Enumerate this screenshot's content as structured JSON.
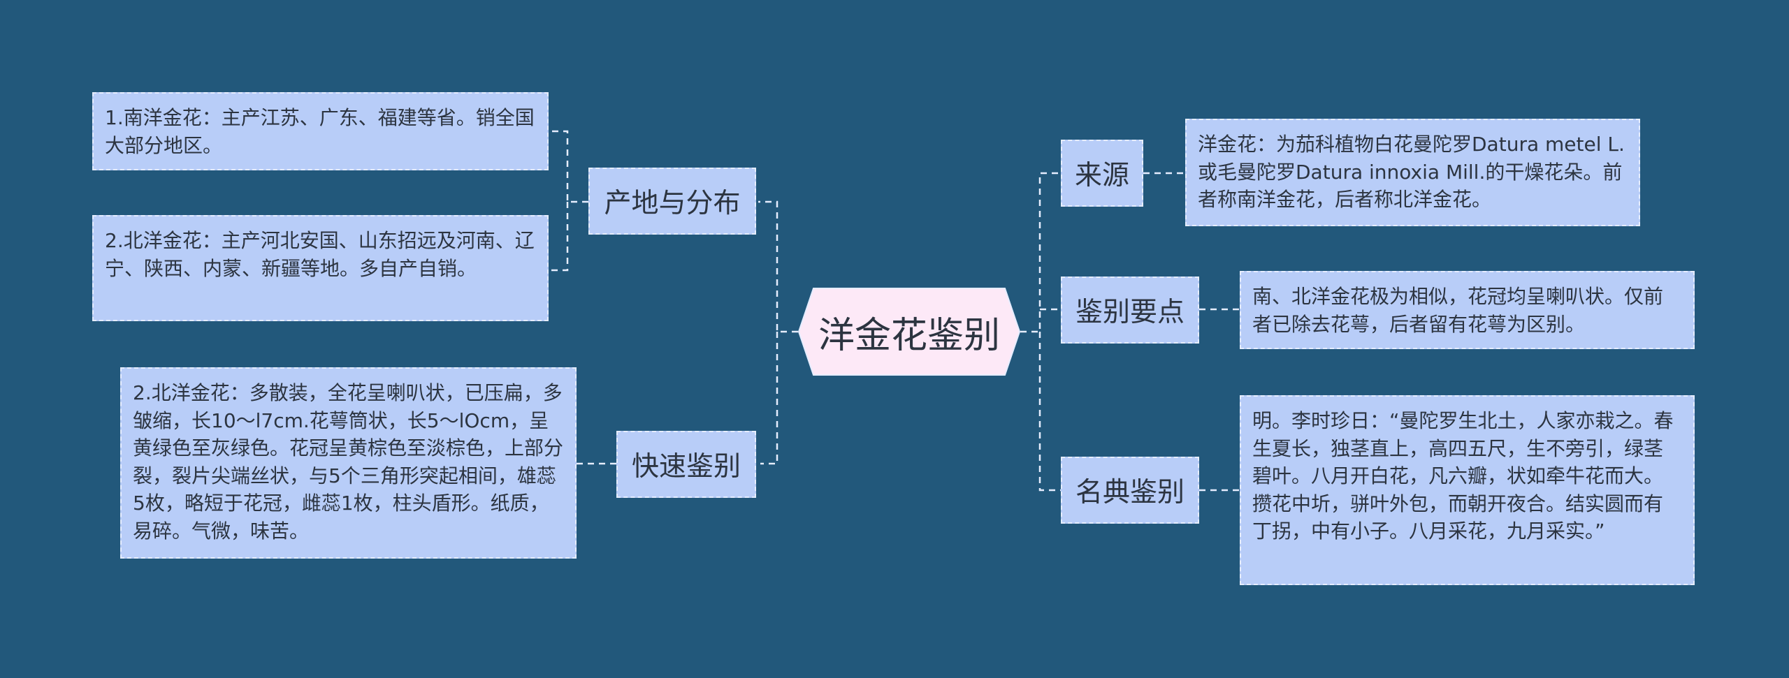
{
  "root": {
    "title": "洋金花鉴别"
  },
  "left": [
    {
      "label": "产地与分布",
      "children": [
        "1.南洋金花：主产江苏、广东、福建等省。销全国大部分地区。",
        "2.北洋金花：主产河北安国、山东招远及河南、辽宁、陕西、内蒙、新疆等地。多自产自销。"
      ]
    },
    {
      "label": "快速鉴别",
      "children": [
        "2.北洋金花：多散装，全花呈喇叭状，已压扁，多皱缩，长10～l7cm.花萼筒状，长5～lOcm，呈黄绿色至灰绿色。花冠呈黄棕色至淡棕色，上部分裂，裂片尖端丝状，与5个三角形突起相间，雄蕊5枚，略短于花冠，雌蕊1枚，柱头盾形。纸质，易碎。气微，味苦。"
      ]
    }
  ],
  "right": [
    {
      "label": "来源",
      "children": [
        "洋金花：为茄科植物白花曼陀罗Datura metel L.或毛曼陀罗Datura innoxia Mill.的干燥花朵。前者称南洋金花，后者称北洋金花。"
      ]
    },
    {
      "label": "鉴别要点",
      "children": [
        "南、北洋金花极为相似，花冠均呈喇叭状。仅前者已除去花萼，后者留有花萼为区别。"
      ]
    },
    {
      "label": "名典鉴别",
      "children": [
        "明。李时珍日：“曼陀罗生北土，人家亦栽之。春生夏长，独茎直上，高四五尺，生不旁引，绿茎碧叶。八月开白花，凡六瓣，状如牵牛花而大。攒花中圻，骈叶外包，而朝开夜合。结实圆而有丁拐，中有小子。八月采花，九月采实。”"
      ]
    }
  ],
  "colors": {
    "background": "#22587b",
    "node_fill": "#b8cdf8",
    "node_border": "#e6edff",
    "root_fill": "#fde9f7",
    "text": "#2c3440"
  }
}
